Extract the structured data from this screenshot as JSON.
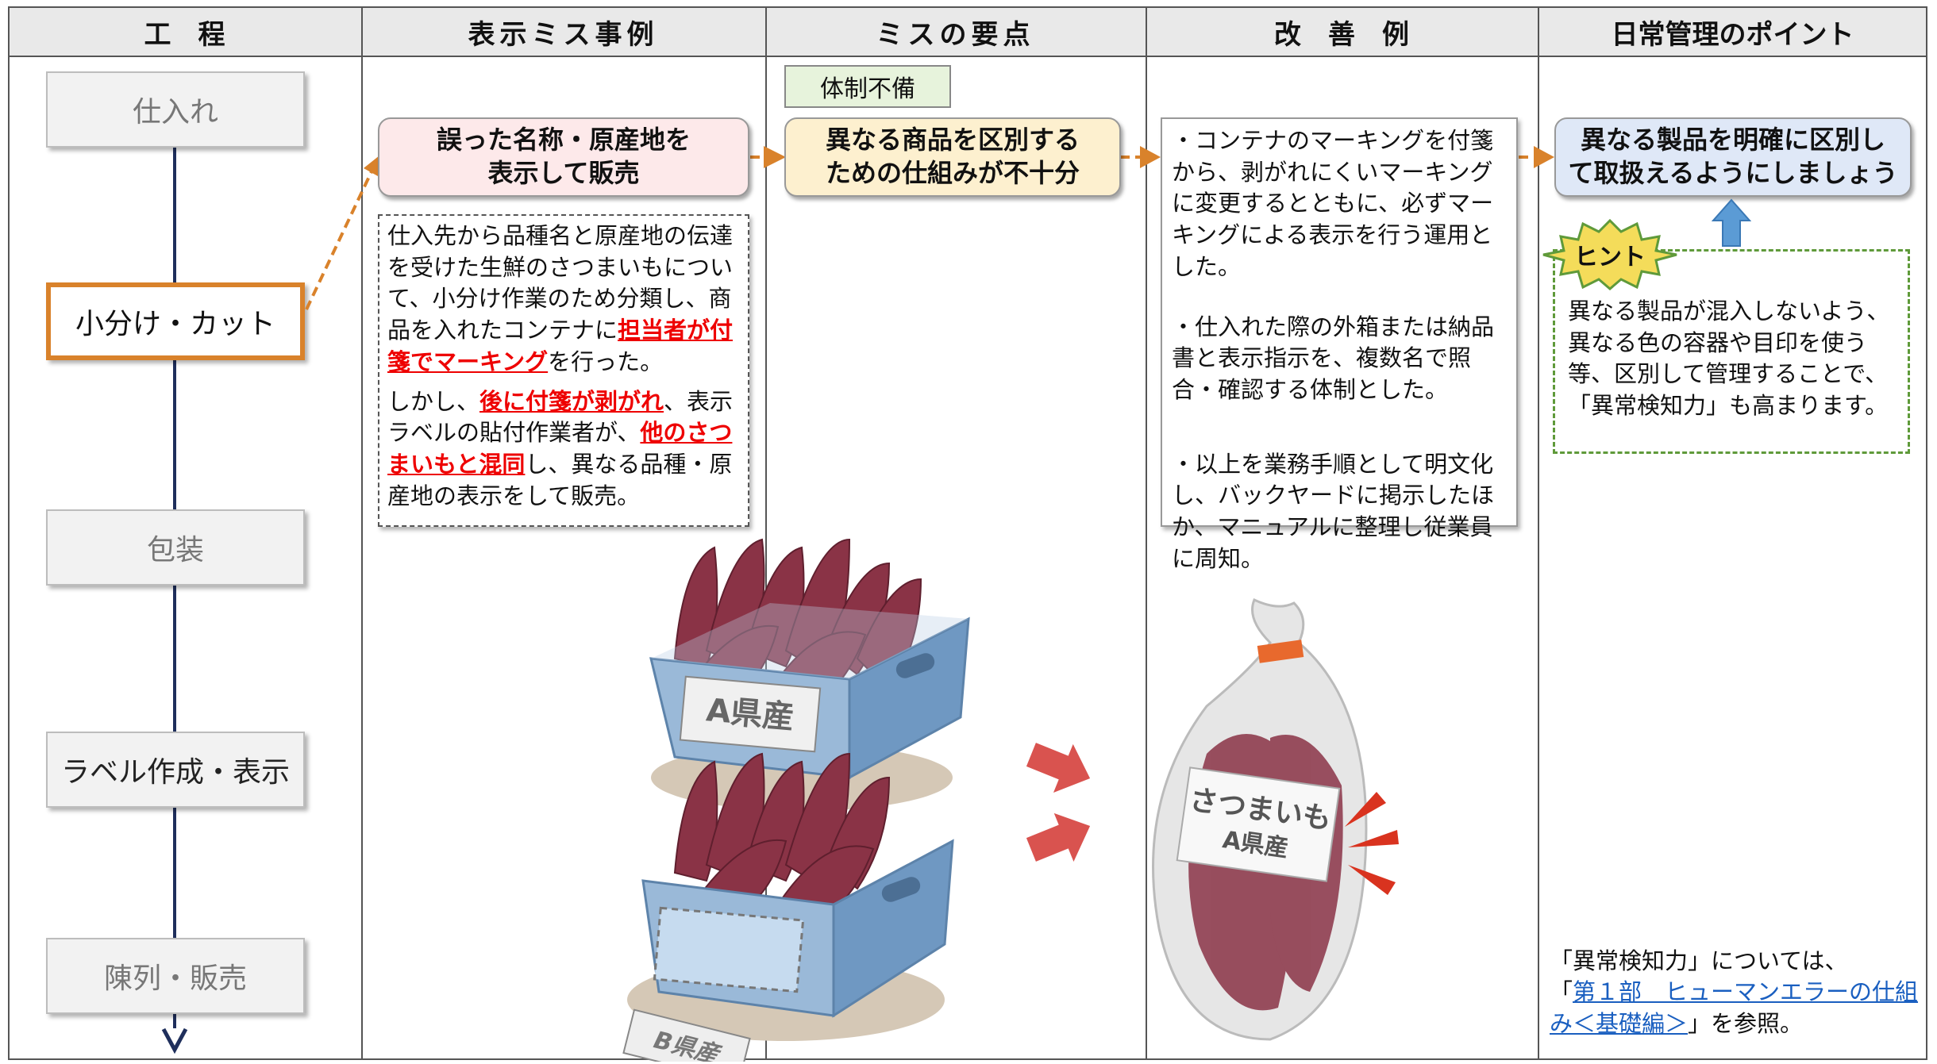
{
  "headers": {
    "process": "工　程",
    "case": "表示ミス事例",
    "point": "ミスの要点",
    "improve": "改　善　例",
    "daily": "日常管理のポイント"
  },
  "process_steps": [
    "仕入れ",
    "小分け・カット",
    "包装",
    "ラベル作成・表示",
    "陳列・販売"
  ],
  "case": {
    "title_line1": "誤った名称・原産地を",
    "title_line2": "表示して販売",
    "p1_a": "仕入先から品種名と原産地の伝達を受けた生鮮のさつまいもについて、小分け作業のため分類し、商品を入れたコンテナに",
    "p1_red": "担当者が付箋でマーキング",
    "p1_b": "を行った。",
    "p2_a": "しかし、",
    "p2_red1": "後に付箋が剥がれ",
    "p2_b": "、表示ラベルの貼付作業者が、",
    "p2_red2": "他のさつまいもと混同",
    "p2_c": "し、異なる品種・原産地の表示をして販売。"
  },
  "point": {
    "tag": "体制不備",
    "title_line1": "異なる商品を区別する",
    "title_line2": "ための仕組みが不十分"
  },
  "improve": {
    "item1": "・コンテナのマーキングを付箋から、剥がれにくいマーキングに変更するとともに、必ずマーキングによる表示を行う運用とした。",
    "item2": "・仕入れた際の外箱または納品書と表示指示を、複数名で照合・確認する体制とした。",
    "item3": "・以上を業務手順として明文化し、バックヤードに掲示したほか、マニュアルに整理し従業員に周知。"
  },
  "daily": {
    "title_line1": "異なる製品を明確に区別し",
    "title_line2": "て取扱えるようにしましょう",
    "hint_label": "ヒント",
    "hint_text": "異なる製品が混入しないよう、異なる色の容器や目印を使う等、区別して管理することで、「異常検知力」も高まります。",
    "ref_a": "「異常検知力」については、",
    "ref_b": "「",
    "ref_link": "第１部　ヒューマンエラーの仕組み＜基礎編＞",
    "ref_c": "」を参照。"
  },
  "illustration": {
    "box_a_label": "A県産",
    "box_b_label": "B県産",
    "bag_label_line1": "さつまいも",
    "bag_label_line2": "A県産"
  },
  "colors": {
    "header_bg": "#e9e9e9",
    "accent_orange": "#d9822b",
    "case_pill": "#fde9ea",
    "point_pill": "#fdf0cf",
    "daily_pill": "#dfe8f7",
    "hint_star": "#f4dc5a",
    "hint_border": "#5f9a3a",
    "error_red": "#e00000",
    "link_blue": "#1a5fc0",
    "flow_line": "#1f2f5c"
  }
}
